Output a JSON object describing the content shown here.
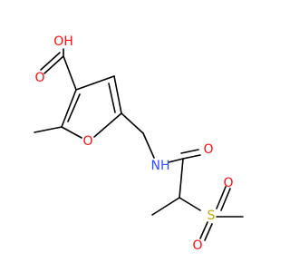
{
  "molecule": {
    "atoms": [
      {
        "id": "oh",
        "symbol": "OH"
      },
      {
        "id": "o_carbonyl_acid",
        "symbol": "O"
      },
      {
        "id": "o_ring",
        "symbol": "O"
      },
      {
        "id": "nh",
        "symbol": "NH"
      },
      {
        "id": "o_amide",
        "symbol": "O"
      },
      {
        "id": "s",
        "symbol": "S"
      },
      {
        "id": "o_sulfonyl_1",
        "symbol": "O"
      },
      {
        "id": "o_sulfonyl_2",
        "symbol": "O"
      }
    ],
    "colors": {
      "oxygen": "#ff0d0d",
      "nitrogen": "#3050f8",
      "sulfur": "#c8a500",
      "bond": "#000000"
    }
  }
}
